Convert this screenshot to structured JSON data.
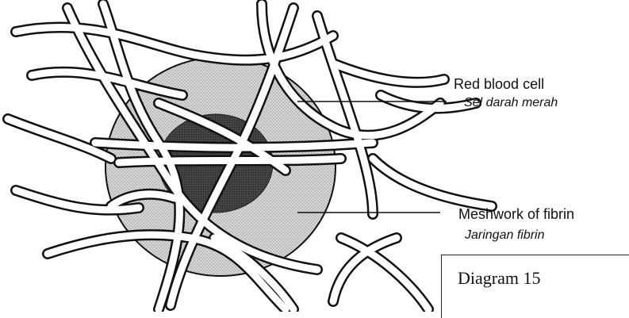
{
  "labels": {
    "red_blood_cell": {
      "en": "Red blood cell",
      "ms": "Sel darah merah"
    },
    "fibrin": {
      "en": "Meshwork of fibrin",
      "ms": "Jaringan fibrin"
    }
  },
  "caption": "Diagram 15",
  "colors": {
    "line": "#111111",
    "cell_outer": "#d2d2d2",
    "cell_center": "#3c3c3c",
    "fiber_fill": "#ffffff"
  }
}
